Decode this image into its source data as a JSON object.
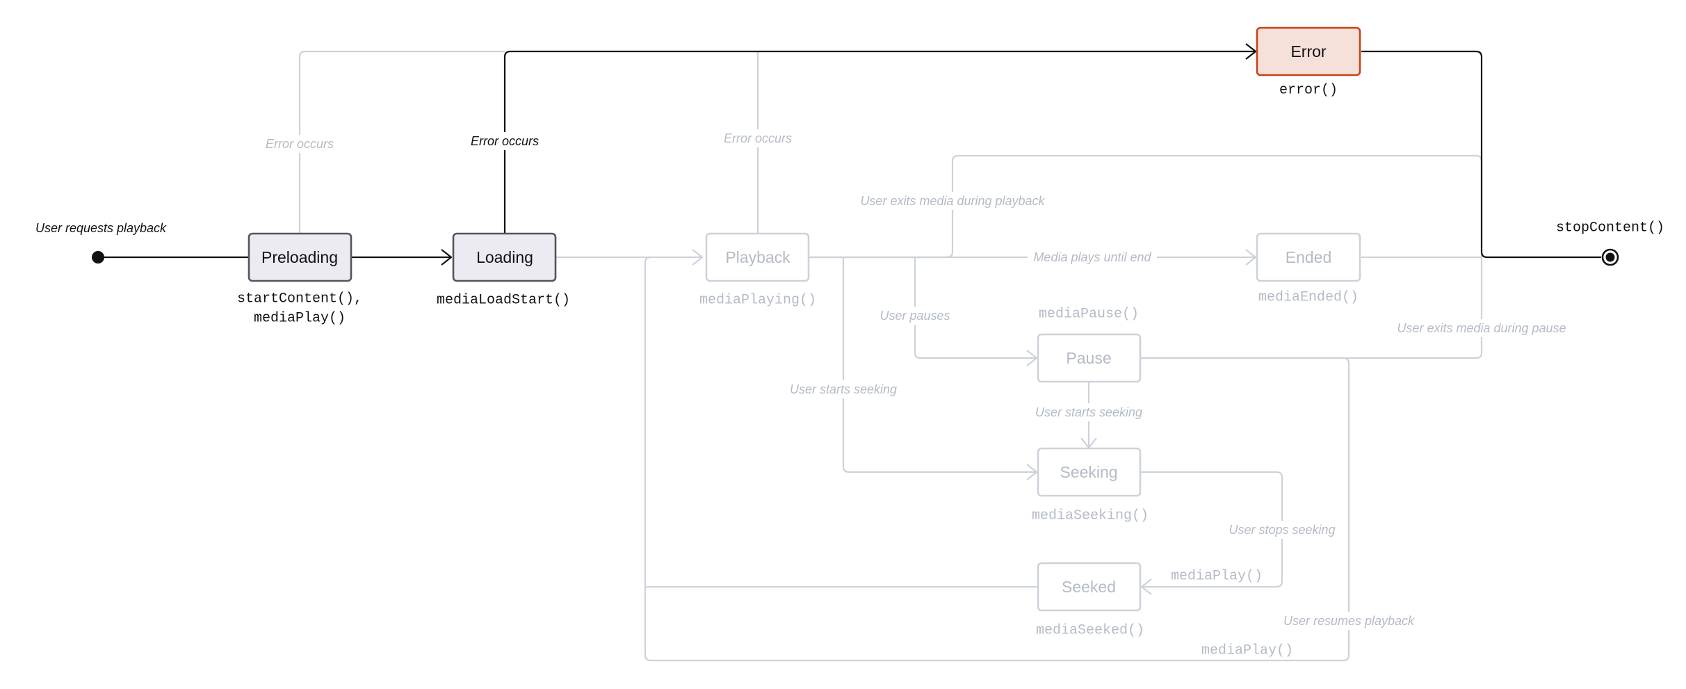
{
  "colors": {
    "active": "#111111",
    "faded": "#cdd2da",
    "faded_text": "#b4bbc6",
    "active_fill": "#ecebf2",
    "active_stroke": "#55545c",
    "error_fill": "#f5e1d9",
    "error_stroke": "#c4431a",
    "label_bg": "#ffffff"
  },
  "states": {
    "preloading": {
      "label": "Preloading",
      "fn": [
        "startContent(),",
        "mediaPlay()"
      ]
    },
    "loading": {
      "label": "Loading",
      "fn": [
        "mediaLoadStart()"
      ]
    },
    "playback": {
      "label": "Playback",
      "fn": [
        "mediaPlaying()"
      ]
    },
    "error": {
      "label": "Error",
      "fn": [
        "error()"
      ]
    },
    "ended": {
      "label": "Ended",
      "fn": [
        "mediaEnded()"
      ]
    },
    "pause": {
      "label": "Pause",
      "fn": [
        "mediaPause()"
      ]
    },
    "seeking": {
      "label": "Seeking",
      "fn": [
        "mediaSeeking()"
      ]
    },
    "seeked": {
      "label": "Seeked",
      "fn": [
        "mediaSeeked()"
      ]
    }
  },
  "start": {
    "label": "User requests playback"
  },
  "end": {
    "label": "stopContent()"
  },
  "transitions": {
    "error_from_preloading": "Error occurs",
    "error_from_loading": "Error occurs",
    "error_from_playback": "Error occurs",
    "exit_during_playback": "User exits media during playback",
    "plays_until_end": "Media plays until end",
    "user_pauses": "User pauses",
    "exit_during_pause": "User exits media during pause",
    "starts_seeking_playback": "User starts seeking",
    "starts_seeking_pause": "User starts seeking",
    "stops_seeking": "User stops seeking",
    "stops_seeking_fn": "mediaPlay()",
    "resumes_playback": "User resumes playback",
    "resumes_playback_fn": "mediaPlay()"
  }
}
